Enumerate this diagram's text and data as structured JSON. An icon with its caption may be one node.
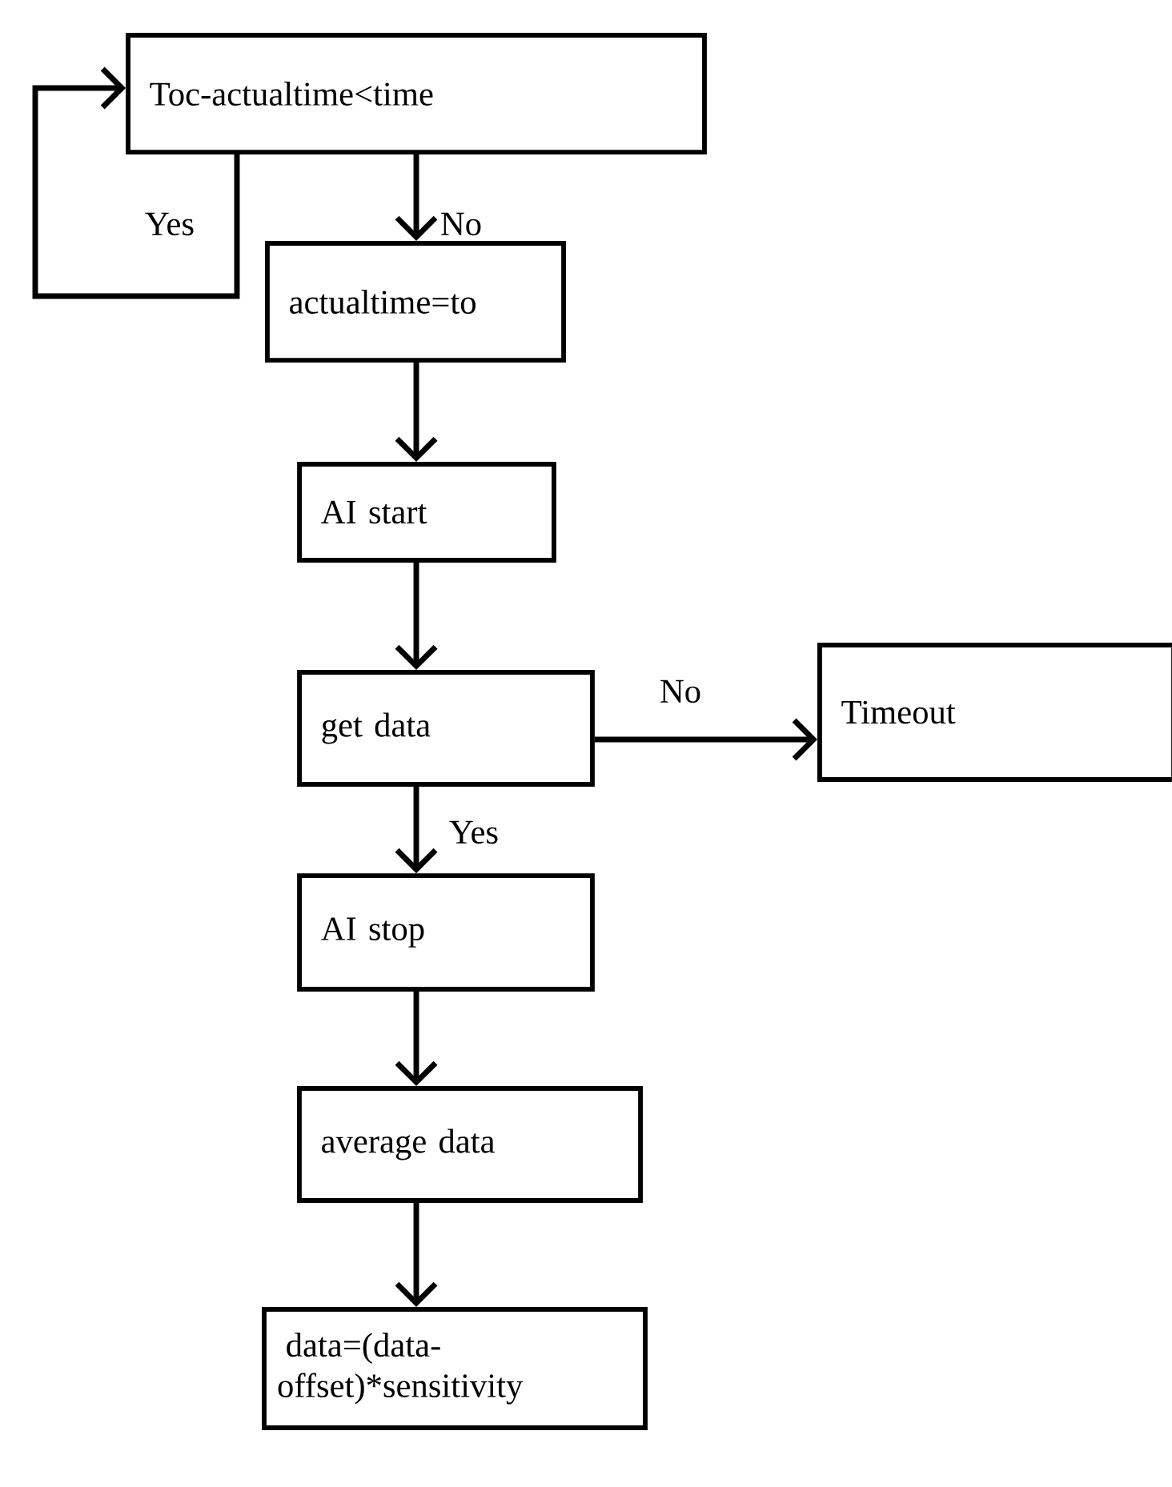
{
  "diagram": {
    "nodes": [
      {
        "text": [
          "Toc-actualtime<time"
        ]
      },
      {
        "text": [
          "actualtime=to"
        ]
      },
      {
        "text": [
          "AI start"
        ]
      },
      {
        "text": [
          "get data"
        ]
      },
      {
        "text": [
          "Timeout"
        ]
      },
      {
        "text": [
          "AI stop"
        ]
      },
      {
        "text": [
          "average data"
        ]
      },
      {
        "text": [
          "data=(data-offset)*sensitivity"
        ]
      }
    ],
    "edges": [
      {
        "from": 0,
        "to": 0,
        "arrow": "to",
        "label": "Yes"
      },
      {
        "from": 0,
        "to": 1,
        "arrow": "to",
        "label": "No"
      },
      {
        "from": 1,
        "to": 2,
        "arrow": "to"
      },
      {
        "from": 2,
        "to": 3,
        "arrow": "to"
      },
      {
        "from": 3,
        "to": 4,
        "arrow": "to",
        "label": "No"
      },
      {
        "from": 3,
        "to": 5,
        "arrow": "to",
        "label": "Yes"
      },
      {
        "from": 5,
        "to": 6,
        "arrow": "to"
      },
      {
        "from": 6,
        "to": 7,
        "arrow": "to"
      }
    ]
  }
}
